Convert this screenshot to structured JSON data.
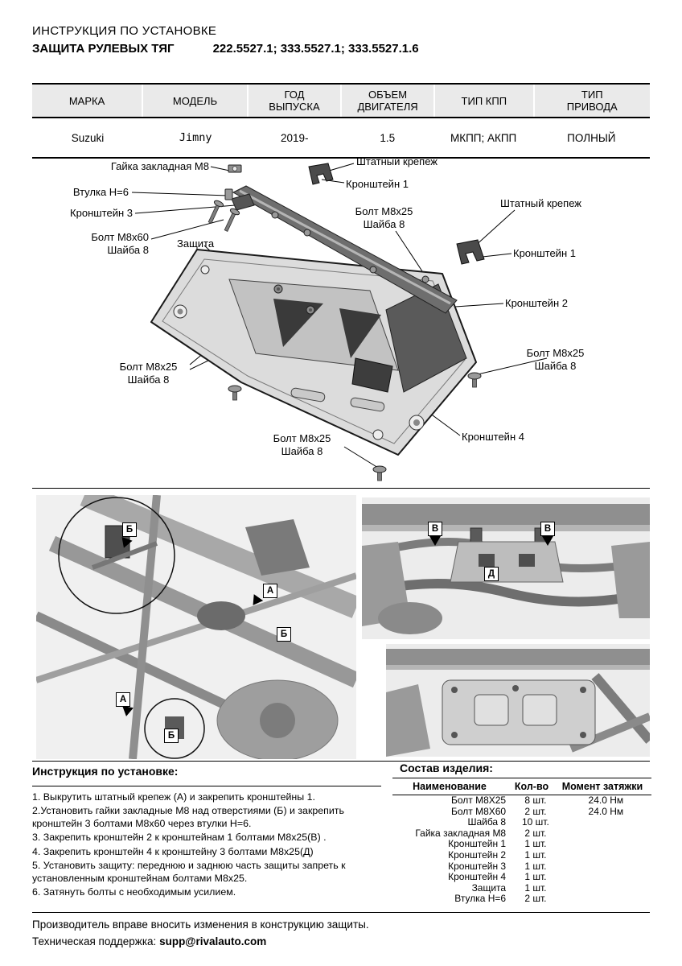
{
  "header": {
    "doc_type": "ИНСТРУКЦИЯ ПО УСТАНОВКЕ",
    "product_name": "ЗАЩИТА РУЛЕВЫХ ТЯГ",
    "part_numbers": "222.5527.1; 333.5527.1; 333.5527.1.6"
  },
  "spec_table": {
    "headers": {
      "brand": "МАРКА",
      "model": "МОДЕЛЬ",
      "year": "ГОД ВЫПУСКА",
      "engine": "ОБЪЕМ ДВИГАТЕЛЯ",
      "gearbox": "ТИП КПП",
      "drive": "ТИП ПРИВОДА"
    },
    "row": {
      "brand": "Suzuki",
      "model": "Jimny",
      "year": "2019-",
      "engine": "1.5",
      "gearbox": "МКПП; АКПП",
      "drive": "ПОЛНЫЙ"
    }
  },
  "diagram": {
    "labels": {
      "nut_m8": "Гайка закладная М8",
      "oem_fastener": "Штатный крепеж",
      "bracket_1": "Кронштейн 1",
      "bushing": "Втулка Н=6",
      "bracket_3": "Кронштейн 3",
      "bolt_m8x60": "Болт М8х60",
      "washer_8": "Шайба 8",
      "shield": "Защита",
      "bolt_m8x25": "Болт М8х25",
      "bracket_2": "Кронштейн 2",
      "bracket_4": "Кронштейн 4"
    }
  },
  "photos": {
    "markers": {
      "a": "А",
      "b": "Б",
      "v": "В",
      "d": "Д"
    }
  },
  "instructions": {
    "title": "Инструкция по установке:",
    "steps": [
      "1. Выкрутить штатный крепеж (А) и закрепить кронштейны 1.",
      "2.Установить гайки закладные М8 над отверстиями (Б) и закрепить кронштейн 3 болтами М8х60 через втулки Н=6.",
      "3. Закрепить кронштейн 2 к кронштейнам 1 болтами М8х25(В) .",
      "4. Закрепить кронштейн 4 к кронштейну 3 болтами М8х25(Д)",
      "5. Установить защиту: переднюю и заднюю часть защиты запреть к установленным кронштейнам болтами М8х25.",
      "6. Затянуть болты с необходимым усилием."
    ]
  },
  "parts": {
    "title": "Состав изделия:",
    "headers": {
      "name": "Наименование",
      "qty": "Кол-во",
      "torque": "Момент затяжки"
    },
    "rows": [
      {
        "name": "Болт М8Х25",
        "qty": "8 шт.",
        "torque": "24.0 Нм"
      },
      {
        "name": "Болт М8Х60",
        "qty": "2 шт.",
        "torque": "24.0 Нм"
      },
      {
        "name": "Шайба 8",
        "qty": "10 шт.",
        "torque": ""
      },
      {
        "name": "Гайка закладная М8",
        "qty": "2 шт.",
        "torque": ""
      },
      {
        "name": "Кронштейн 1",
        "qty": "1 шт.",
        "torque": ""
      },
      {
        "name": "Кронштейн 2",
        "qty": "1 шт.",
        "torque": ""
      },
      {
        "name": "Кронштейн 3",
        "qty": "1 шт.",
        "torque": ""
      },
      {
        "name": "Кронштейн 4",
        "qty": "1 шт.",
        "torque": ""
      },
      {
        "name": "Защита",
        "qty": "1 шт.",
        "torque": ""
      },
      {
        "name": "Втулка Н=6",
        "qty": "2 шт.",
        "torque": ""
      }
    ]
  },
  "footer": {
    "line1": "Производитель вправе вносить изменения в конструкцию защиты.",
    "line2_label": "Техническая поддержка:",
    "email": "supp@rivalauto.com"
  }
}
